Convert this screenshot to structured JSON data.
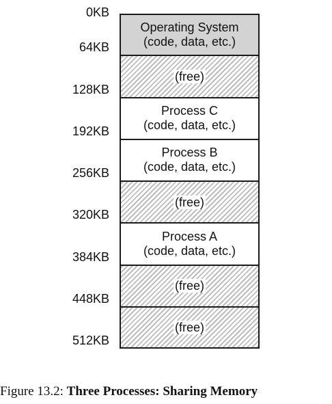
{
  "addresses": [
    "0KB",
    "64KB",
    "128KB",
    "192KB",
    "256KB",
    "320KB",
    "384KB",
    "448KB",
    "512KB"
  ],
  "blocks": [
    {
      "kind": "os",
      "lines": [
        "Operating System",
        "(code, data, etc.)"
      ]
    },
    {
      "kind": "free",
      "lines": [
        "(free)"
      ]
    },
    {
      "kind": "process",
      "lines": [
        "Process C",
        "(code, data, etc.)"
      ]
    },
    {
      "kind": "process",
      "lines": [
        "Process B",
        "(code, data, etc.)"
      ]
    },
    {
      "kind": "free",
      "lines": [
        "(free)"
      ]
    },
    {
      "kind": "process",
      "lines": [
        "Process A",
        "(code, data, etc.)"
      ]
    },
    {
      "kind": "free",
      "lines": [
        "(free)"
      ]
    },
    {
      "kind": "free",
      "lines": [
        "(free)"
      ]
    }
  ],
  "caption": {
    "prefix": "Figure 13.2: ",
    "title": "Three Processes: Sharing Memory"
  },
  "colors": {
    "os_fill": "#d3d3d3",
    "border": "#1a1a1a",
    "hatch": "#bdbdbd"
  }
}
